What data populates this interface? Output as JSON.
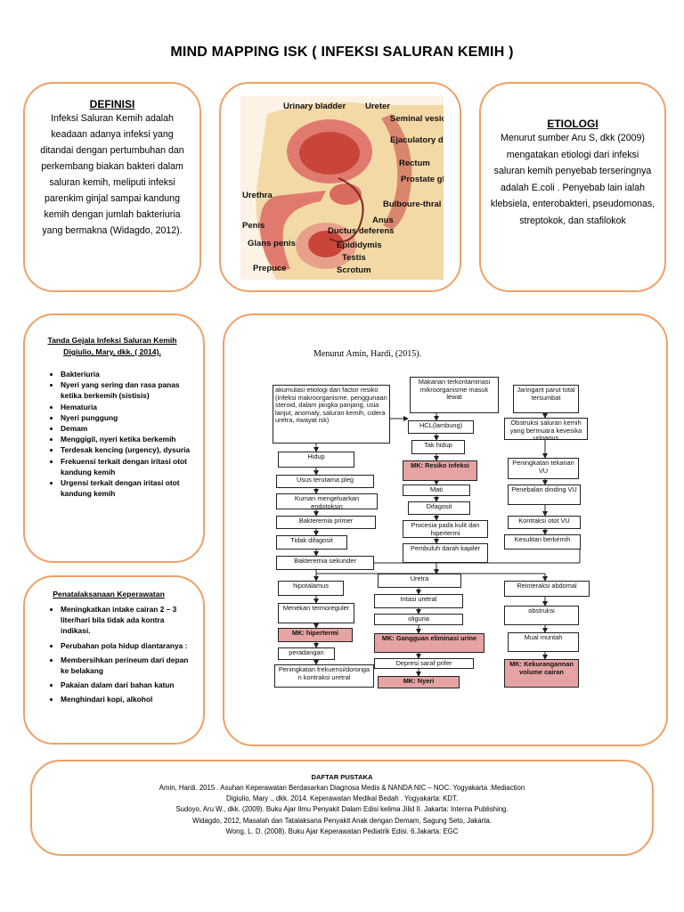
{
  "title": "MIND MAPPING ISK ( INFEKSI SALURAN KEMIH )",
  "definisi": {
    "heading": "DEFINISI",
    "text": "Infeksi Saluran Kemih adalah keadaan adanya infeksi yang ditandai dengan pertumbuhan dan perkembang biakan bakteri dalam  saluran kemih, meliputi infeksi parenkim ginjal sampai kandung kemih dengan jumlah bakteriuria yang bermakna (Widagdo, 2012)."
  },
  "anatomy": {
    "labels": {
      "urinary_bladder": "Urinary bladder",
      "ureter": "Ureter",
      "seminal_vesicle": "Seminal vesicle",
      "ejaculatory_duct": "Ejaculatory duct",
      "rectum": "Rectum",
      "prostate_gland": "Prostate gland",
      "bulbourethral_gland": "Bulboure-thral gland",
      "anus": "Anus",
      "urethra": "Urethra",
      "penis": "Penis",
      "glans_penis": "Glans penis",
      "prepuce": "Prepuce",
      "ductus_deferens": "Ductus deferens",
      "epididymis": "Epididymis",
      "testis": "Testis",
      "scrotum": "Scrotum"
    },
    "colors": {
      "organ": "#e07a6e",
      "tissue": "#f3d9a6",
      "accent": "#c9453a"
    }
  },
  "etiologi": {
    "heading": "ETIOLOGI",
    "text": "Menurut sumber Aru S, dkk (2009) mengatakan etiologi dari infeksi saluran kemih penyebab terseringnya adalah E.coli . Penyebab lain ialah klebsiela, enterobakteri, pseudomonas, streptokok, dan stafilokok"
  },
  "tanda_gejala": {
    "heading_line1": "Tanda Gejala Infeksi Saluran Kemih",
    "heading_line2": "Digiulio, Mary, dkk. ( 2014).",
    "items": [
      "Bakteriuria",
      "Nyeri yang sering dan rasa panas ketika berkemih (sistisis)",
      "Hematuria",
      "Nyeri punggung",
      "Demam",
      "Menggigil, nyeri ketika berkemih",
      "Terdesak kencing (urgency), dysuria",
      "Frekuensi terkait dengan iritasi otot kandung kemih",
      "Urgensi terkait dengan iritasi otot kandung kemih"
    ]
  },
  "penatalaksanaan": {
    "heading": "Penatalaksanaan Keperawatan",
    "items": [
      "Meningkatkan intake cairan 2 – 3 liter/hari bila tidak ada kontra indikasi.",
      "Perubahan pola hidup diantaranya :",
      "Membersihkan perineum dari depan ke belakang",
      "Pakaian dalam dari bahan katun",
      "Menghindari kopi, alkohol"
    ]
  },
  "pathway": {
    "citation": "Menurut Amin, Hardi, (2015).",
    "nodes": [
      "akumulasi etiologi dan factor resiko (infeksi makroorganisme, penggunaan steroid, dalam jangka panjang, usia lanjut, anomaly, saluran kemih, cidera uretra, riwayat isk)",
      "Makanan terkontaminasi mikroorganisme masuk lewat",
      "Jaringant parut total tersumbat",
      "HCL(lambung)",
      "Obstruksi saluran kemih yang bermuara kevesika urinarius",
      "Tak hidup",
      "Hidup",
      "MK: Resiko infeksi",
      "Peningkatan tekanan VU",
      "Usus terutama pleg",
      "Mati",
      "Penebalan dinding VU",
      "Kuman mengeluarkan endotoksin",
      "Difagosit",
      "Bakteremia primer",
      "Procesia pada kulit dan hipertermi",
      "Kontraksi otot VU",
      "Tidak difagosit",
      "Kesulitan berkemih",
      "Pembuluh darah kapiler",
      "Bakteremia sekunder",
      "Uretra",
      "hipotalamus",
      "Reinteraksi abdomal",
      "Iritasi uretral",
      "Menekan termoreguler",
      "obstruksi",
      "oliguria",
      "MK: hipertermi",
      "MK: Gangguan eliminasi urine",
      "Mual muntah",
      "peradangan",
      "Depresi saraf prifer",
      "MK: Kekurangannan volume cairan",
      "Peningkatan frekuensi/doronga n kontraksi uretral",
      "MK: Nyeri"
    ],
    "mk_color": "#e5a3a3"
  },
  "daftar_pustaka": {
    "heading": "DAFTAR PUSTAKA",
    "refs": [
      "Amin, Hardi. 2015 . Asuhan Keperawatan Berdasarkan Diagnosa Medis & NANDA NIC – NOC. Yogyakarta :Mediaction",
      "Digiulio, Mary ., dkk. 2014. Keperawatan Medikal Bedah . Yogyakarta: KDT.",
      "Sudoyo, Aru W., dkk. (2009). Buku Ajar Ilmu Penyakit Dalam Edisi kelima Jilid II. Jakarta: Interna Publishing.",
      "Widagdo, 2012, Masalah dan Tatalaksana Penyakit Anak dengan Demam, Sagung Seto, Jakarta.",
      "Wong, L. D. (2008). Buku Ajar Keperawatan Pediatrik Edisi. 6.Jakarta: EGC"
    ]
  }
}
